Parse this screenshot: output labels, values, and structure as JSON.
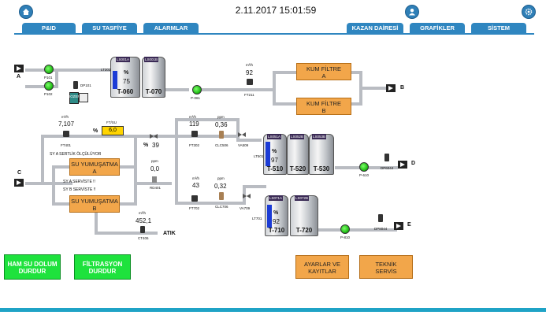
{
  "header": {
    "datetime": "2.11.2017 15:01:59",
    "home_icon": "home-icon",
    "user_icon": "user-icon",
    "settings_icon": "gear-icon"
  },
  "nav": {
    "tabs_left": [
      "P&ID",
      "SU TASFİYE",
      "ALARMLAR"
    ],
    "tabs_right": [
      "KAZAN DAİRESİ",
      "GRAFİKLER",
      "SİSTEM"
    ]
  },
  "colors": {
    "accent": "#2f86c0",
    "green": "#1ee23d",
    "orange": "#f2a64a",
    "level": "#1c3cd6"
  },
  "inlet": {
    "a_label": "A",
    "c_label": "C",
    "p101": "P101",
    "p102": "P102",
    "dp101": "DP101",
    "dozer": "DOZER"
  },
  "tanks_top": {
    "tag1": "LS001A",
    "tag2": "LS001B",
    "lt": "LT201",
    "pct_label": "%",
    "level": "75",
    "t1": "T-060",
    "t2": "T-070"
  },
  "flow_top": {
    "unit": "m³/h",
    "value": "92",
    "ft": "FT211",
    "pump": "P-061"
  },
  "filters": {
    "f1_l1": "KUM FİLTRE",
    "f1_l2": "A",
    "f2_l1": "KUM FİLTRE",
    "f2_l2": "B",
    "outlet": "B"
  },
  "mid": {
    "flow_unit": "m³/h",
    "flow_value": "7,107",
    "ft": "FT401",
    "pct": "%",
    "setpoint_tag": "FT/SU",
    "setpoint": "6,0",
    "pct2": "%",
    "valve_pct": "39",
    "flow2_unit": "m³/h",
    "flow2_value": "119",
    "ft2": "FT302",
    "ppm_label": "ppm",
    "ppm_value": "0,36",
    "clc": "CLC506",
    "vv": "VA509"
  },
  "softeners": {
    "notice": "SY A SERTLİK ÖLÇÜLÜYOR",
    "a_l1": "SU YUMUŞATMA",
    "a_l2": "A",
    "a_status": "SY A SERVİSTE !!",
    "b_status": "SY B SERVİSTE !!",
    "b_l1": "SU YUMUŞATMA",
    "b_l2": "B",
    "ppm_label": "ppm",
    "ppm_value": "0,0",
    "rd": "RD401",
    "dis_unit": "m³/h",
    "dis_value": "452,1",
    "ct": "CT406",
    "waste": "ATIK"
  },
  "lower": {
    "flow_unit": "m³/h",
    "flow_value": "43",
    "ft": "FT702",
    "ppm_label": "ppm",
    "ppm_value": "0,32",
    "clc": "CLC706",
    "vv": "VA709"
  },
  "tanks_mid": {
    "tag1": "LS051A",
    "tag2": "LS052B",
    "tag3": "LS053B",
    "lt": "LT501",
    "pct": "%",
    "level": "97",
    "t1": "T-510",
    "t2": "T-520",
    "t3": "T-530",
    "pump": "P-610",
    "dp": "DP6044",
    "outlet": "D"
  },
  "tanks_low": {
    "tag1": "LS071A",
    "tag2": "LS072B",
    "lt": "LT701",
    "pct": "%",
    "level": "92",
    "t1": "T-710",
    "t2": "T-720",
    "pump": "P-810",
    "dp": "DP8044",
    "outlet": "E"
  },
  "buttons": {
    "ham_su_l1": "HAM SU DOLUM",
    "ham_su_l2": "DURDUR",
    "filtrasyon_l1": "FİLTRASYON",
    "filtrasyon_l2": "DURDUR",
    "ayarlar_l1": "AYARLAR VE",
    "ayarlar_l2": "KAYITLAR",
    "teknik_l1": "TEKNİK",
    "teknik_l2": "SERVİS"
  }
}
